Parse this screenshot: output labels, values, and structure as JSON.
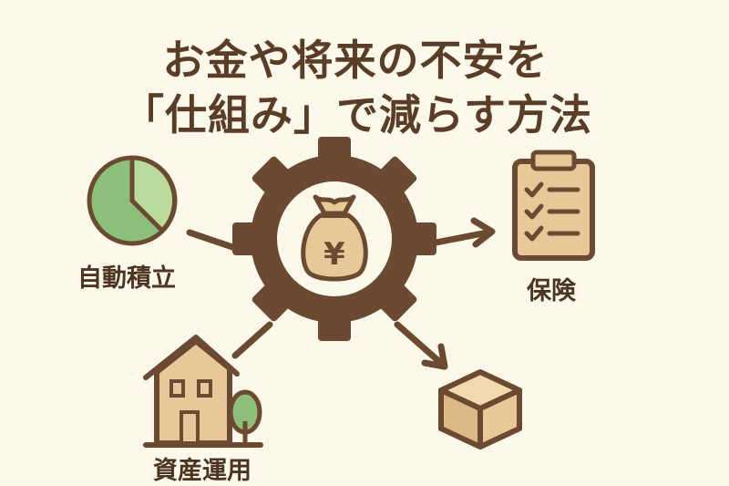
{
  "title": {
    "line1": "お金や将来の不安を",
    "line2": "「仕組み」で減らす方法"
  },
  "center": {
    "icon": "money-bag-gear-icon",
    "symbol": "¥"
  },
  "nodes": [
    {
      "id": "auto-savings",
      "label": "自動積立",
      "icon": "pie-chart-icon"
    },
    {
      "id": "insurance",
      "label": "保険",
      "icon": "clipboard-checklist-icon"
    },
    {
      "id": "asset-management",
      "label": "資産運用",
      "icon": "house-icon"
    },
    {
      "id": "box",
      "label": "",
      "icon": "box-icon"
    }
  ],
  "colors": {
    "background": "#fcf8ea",
    "brown": "#6b4a31",
    "tan": "#e8c898",
    "green": "#8cc07a",
    "light_green": "#b9dc9c"
  }
}
